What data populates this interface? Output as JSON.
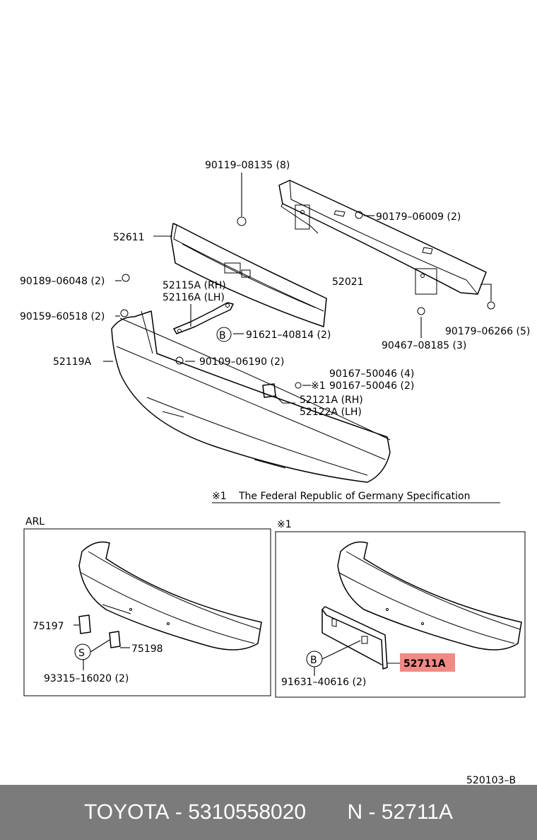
{
  "parts": {
    "bolt_top": "90119–08135 (8)",
    "clip_top_right": "90179–06009 (2)",
    "absorber": "52611",
    "reinforcement": "52021",
    "nut_left": "90189–06048 (2)",
    "stay_rh": "52115A (RH)",
    "stay_lh": "52116A (LH)",
    "clip_left": "90159–60518 (2)",
    "bolt_b": "91621–40814 (2)",
    "clip_right": "90179–06266 (5)",
    "bolt_right": "90467–08185 (3)",
    "bumper_cover": "52119A",
    "screw_center": "90109–06190 (2)",
    "clip_a": "90167–50046 (4)",
    "clip_a_ger": "90167–50046 (2)",
    "clip_a_ger_mark": "※1",
    "bracket_rh": "52121A (RH)",
    "bracket_lh": "52122A (LH)",
    "footnote_mark": "※1",
    "footnote_text": "The Federal Republic of Germany Specification"
  },
  "inset_arl": {
    "label": "ARL",
    "part_1": "75197",
    "part_2": "75198",
    "circle_mark": "S",
    "part_3": "93315–16020 (2)"
  },
  "inset_ger": {
    "label": "※1",
    "circle_mark": "B",
    "part_1": "91631–40616 (2)",
    "highlighted_part": "52711A",
    "highlight_color": "#f08a84"
  },
  "circle_b_top": "B",
  "diagram_code": "520103–B",
  "footer": {
    "brand": "TOYOTA",
    "sep1": " - ",
    "part_number": "5310558020",
    "gap": "       ",
    "n_label": "N",
    "sep2": " - ",
    "ref": "52711A"
  }
}
